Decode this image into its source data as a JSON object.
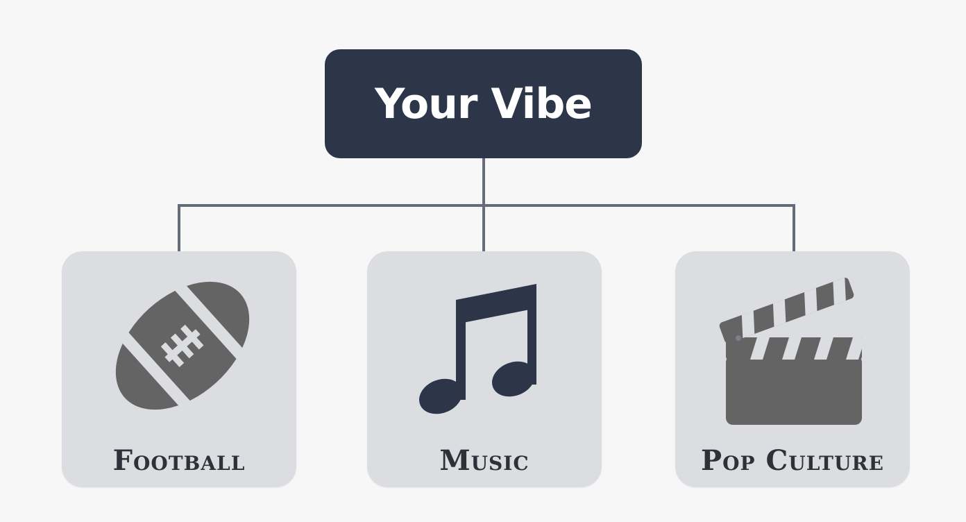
{
  "diagram": {
    "root": {
      "label": "Your Vibe",
      "color": "#2c3648"
    },
    "connector_color": "#666d78",
    "card_color": "#dcdde1",
    "children": [
      {
        "label": "Football",
        "icon": "football-icon"
      },
      {
        "label": "Music",
        "icon": "music-note-icon"
      },
      {
        "label": "Pop Culture",
        "icon": "clapperboard-icon"
      }
    ]
  }
}
